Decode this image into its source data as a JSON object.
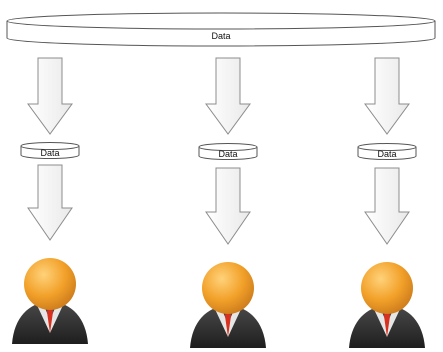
{
  "main_store": {
    "label": "Data"
  },
  "nodes": [
    {
      "label": "Data"
    },
    {
      "label": "Data"
    },
    {
      "label": "Data"
    }
  ],
  "colors": {
    "arrow_fill": "#f7f7f7",
    "arrow_stroke": "#8c8c8c",
    "cylinder_fill": "#ffffff",
    "cylinder_stroke": "#555555",
    "head": "#f2a12a",
    "suit": "#3a3a3a",
    "collar": "#e6e6e6",
    "tie": "#d7321f"
  }
}
